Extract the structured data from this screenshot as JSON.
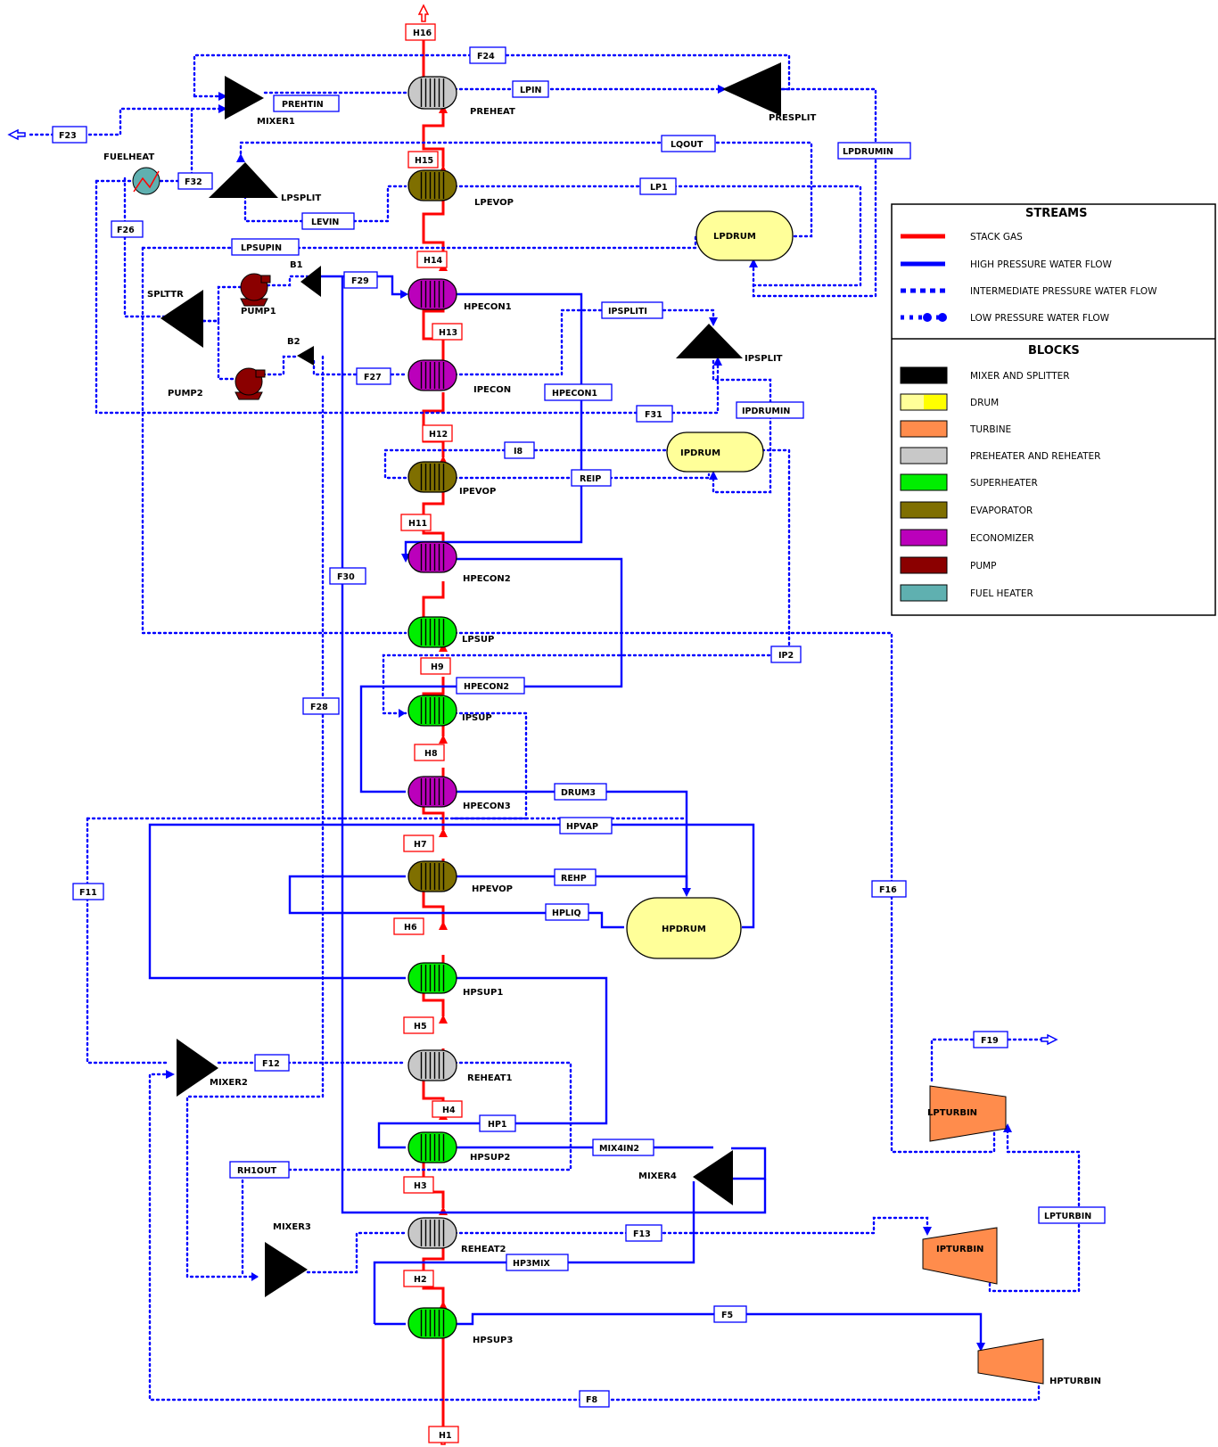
{
  "colors": {
    "stack_gas": "#ff0000",
    "hp_water": "#0000ff",
    "mixer_splitter": "#000000",
    "drum": "#ffff99",
    "turbine": "#ff8c4c",
    "preheater_reheater": "#c8c8c8",
    "superheater": "#00ee00",
    "evaporator": "#7f6f00",
    "economizer": "#bb00bb",
    "pump": "#8b0000",
    "fuel_heater": "#5fb0b0"
  },
  "blocks": {
    "preheat": "PREHEAT",
    "lpevop": "LPEVOP",
    "hpecon1": "HPECON1",
    "ipecon": "IPECON",
    "ipevop": "IPEVOP",
    "hpecon2": "HPECON2",
    "lpsup": "LPSUP",
    "ipsup": "IPSUP",
    "hpecon3": "HPECON3",
    "hpevop": "HPEVOP",
    "hpsup1": "HPSUP1",
    "reheat1": "REHEAT1",
    "hpsup2": "HPSUP2",
    "reheat2": "REHEAT2",
    "hpsup3": "HPSUP3",
    "mixer1": "MIXER1",
    "mixer2": "MIXER2",
    "mixer3": "MIXER3",
    "mixer4": "MIXER4",
    "presplit": "PRESPLIT",
    "lpsplit": "LPSPLIT",
    "splttr": "SPLTTR",
    "ipsplit": "IPSPLIT",
    "b1": "B1",
    "b2": "B2",
    "pump1": "PUMP1",
    "pump2": "PUMP2",
    "fuelheat": "FUELHEAT",
    "lpdrum": "LPDRUM",
    "ipdrum": "IPDRUM",
    "hpdrum": "HPDRUM",
    "lpturbin": "LPTURBIN",
    "ipturbin": "IPTURBIN",
    "hpturbin": "HPTURBIN"
  },
  "streams": {
    "h1": "H1",
    "h2": "H2",
    "h3": "H3",
    "h4": "H4",
    "h5": "H5",
    "h6": "H6",
    "h7": "H7",
    "h8": "H8",
    "h9": "H9",
    "h11": "H11",
    "h12": "H12",
    "h13": "H13",
    "h14": "H14",
    "h15": "H15",
    "h16": "H16",
    "f23": "F23",
    "f24": "F24",
    "prehtin": "PREHTIN",
    "lpin": "LPIN",
    "f32": "F32",
    "lqout": "LQOUT",
    "lpdrumin": "LPDRUMIN",
    "lp1": "LP1",
    "levin": "LEVIN",
    "f26": "F26",
    "lpsupin": "LPSUPIN",
    "f29": "F29",
    "ipspliti": "IPSPLITI",
    "f27": "F27",
    "hpecon1": "HPECON1",
    "f31": "F31",
    "ipdrumin": "IPDRUMIN",
    "i8": "I8",
    "reip": "REIP",
    "f30": "F30",
    "ip2": "IP2",
    "hpecon2": "HPECON2",
    "f28": "F28",
    "drum3": "DRUM3",
    "hpvap": "HPVAP",
    "rehp": "REHP",
    "hpliq": "HPLIQ",
    "f11": "F11",
    "f16": "F16",
    "f12": "F12",
    "f19": "F19",
    "hp1": "HP1",
    "mix4in2": "MIX4IN2",
    "rh1out": "RH1OUT",
    "lpturbin": "LPTURBIN",
    "f13": "F13",
    "hp3mix": "HP3MIX",
    "f5": "F5",
    "f8": "F8"
  },
  "legend": {
    "streams_title": "STREAMS",
    "stack_gas": "STACK GAS",
    "hp_flow": "HIGH PRESSURE WATER FLOW",
    "ip_flow": "INTERMEDIATE PRESSURE WATER FLOW",
    "lp_flow": "LOW PRESSURE WATER FLOW",
    "blocks_title": "BLOCKS",
    "mixer_splitter": "MIXER AND SPLITTER",
    "drum": "DRUM",
    "turbine": "TURBINE",
    "preheater_reheater": "PREHEATER AND REHEATER",
    "superheater": "SUPERHEATER",
    "evaporator": "EVAPORATOR",
    "economizer": "ECONOMIZER",
    "pump": "PUMP",
    "fuel_heater": "FUEL HEATER"
  }
}
